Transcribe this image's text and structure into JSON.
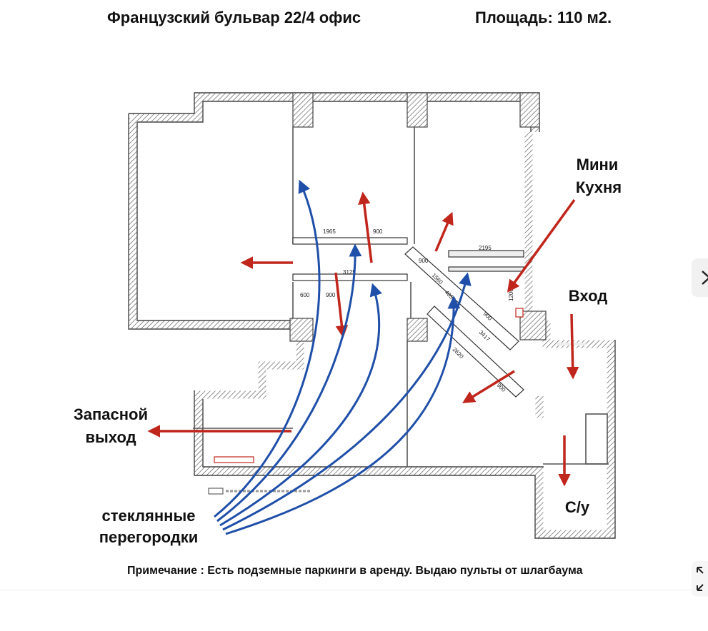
{
  "header": {
    "address": "Французский бульвар 22/4 офис",
    "area": "Площадь: 110 м2."
  },
  "labels": {
    "kitchen_line1": "Мини",
    "kitchen_line2": "Кухня",
    "entrance": "Вход",
    "emergency_line1": "Запасной",
    "emergency_line2": "выход",
    "partitions_line1": "стеклянные",
    "partitions_line2": "перегородки",
    "wc": "С/у"
  },
  "dimensions": {
    "d1965": "1965",
    "d900a": "900",
    "d3125": "3125",
    "d600": "600",
    "d900b": "900",
    "d2195": "2195",
    "d900c": "900",
    "d1560": "1560",
    "d4050": "4050",
    "d900d": "900",
    "d3417": "3417",
    "d2620": "2620",
    "d900e": "900",
    "d1200": "1200"
  },
  "note": "Примечание :  Есть подземные паркинги в аренду. Выдаю пульты от шлагбаума",
  "colors": {
    "red_arrow": "#c0261b",
    "blue_arrow": "#1f4fa8",
    "wall": "#444444"
  },
  "controls": {
    "next_icon": "chevron-right-icon",
    "expand_icon": "expand-icon"
  }
}
